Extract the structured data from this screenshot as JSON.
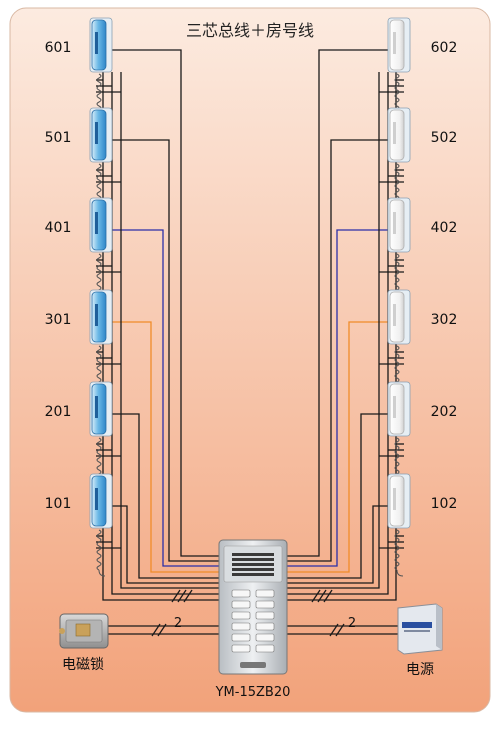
{
  "title": "三芯总线＋房号线",
  "left_units": [
    {
      "room": "601"
    },
    {
      "room": "501"
    },
    {
      "room": "401"
    },
    {
      "room": "301"
    },
    {
      "room": "201"
    },
    {
      "room": "101"
    }
  ],
  "right_units": [
    {
      "room": "602"
    },
    {
      "room": "502"
    },
    {
      "room": "402"
    },
    {
      "room": "302"
    },
    {
      "room": "202"
    },
    {
      "room": "102"
    }
  ],
  "lock": {
    "label": "电磁锁",
    "wire_count": "2"
  },
  "power": {
    "label": "电源",
    "wire_count": "2"
  },
  "panel": {
    "label": "YM-15ZB20"
  },
  "colors": {
    "background_top": "#fbe7da",
    "background_bottom": "#f4a87e",
    "wire_black": "#1a1a1a",
    "wire_blue": "#2b2fa8",
    "wire_orange": "#f08c2a",
    "handset_left": "#5aaee0",
    "handset_right": "#f4f4f4"
  }
}
